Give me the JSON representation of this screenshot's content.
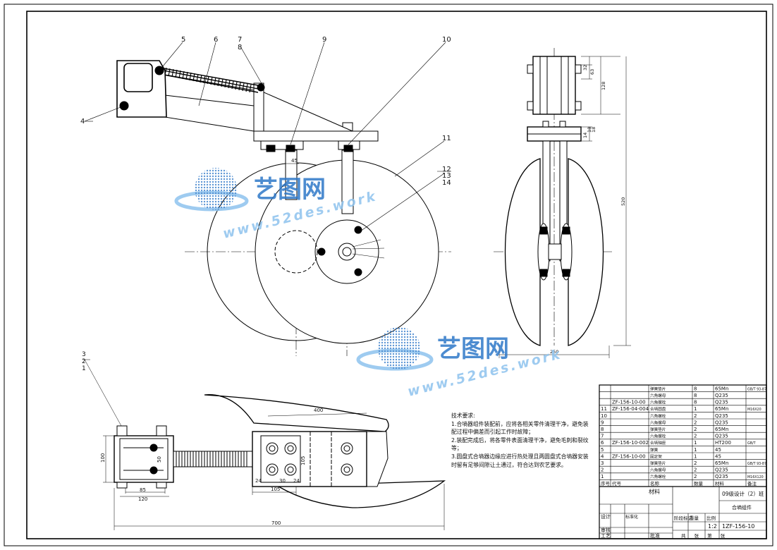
{
  "watermark": {
    "text_cn": "艺图网",
    "text_en": "www.52des.work",
    "color_blue": "#2f78c8",
    "color_light": "#8ec3ee"
  },
  "front_view": {
    "part_labels": [
      "1",
      "2",
      "3",
      "4",
      "5",
      "6",
      "7",
      "8",
      "9",
      "10",
      "11",
      "12",
      "13",
      "14"
    ],
    "dim_45": "45"
  },
  "side_view": {
    "dimensions": [
      "32",
      "63",
      "128",
      "14",
      "18",
      "18",
      "520",
      "250"
    ]
  },
  "bottom_view": {
    "dimensions": [
      "400",
      "100",
      "50",
      "85",
      "120",
      "105",
      "24",
      "24",
      "30",
      "105",
      "700"
    ]
  },
  "tech_requirements": {
    "title": "技术要求:",
    "items": [
      "1.合墒器组件装配前，应将各相关零件清理干净，避免装配过程中偏差而引起工作时故障；",
      "2.装配完成后，将各零件表面清理干净，避免毛刺和裂纹等；",
      "3.圆盘式合墒器边缘应进行热处理且两圆盘式合墒器安装时留有足够间隙让土通过，符合达到农艺要求。"
    ]
  },
  "bom": {
    "rows": [
      {
        "no": "",
        "code": "",
        "name": "弹簧垫片",
        "qty": "8",
        "material": "65Mn",
        "note": "GB/T 93-87"
      },
      {
        "no": "",
        "code": "",
        "name": "六角螺母",
        "qty": "8",
        "material": "Q235",
        "note": ""
      },
      {
        "no": "",
        "code": "ZF-156-10-00",
        "name": "六角螺栓",
        "qty": "8",
        "material": "Q235",
        "note": ""
      },
      {
        "no": "11",
        "code": "ZF-156-04-004",
        "name": "合墒圆盘",
        "qty": "1",
        "material": "65Mn",
        "note": "M16X20"
      },
      {
        "no": "10",
        "code": "",
        "name": "六角螺栓",
        "qty": "2",
        "material": "Q235",
        "note": ""
      },
      {
        "no": "9",
        "code": "",
        "name": "六角螺母",
        "qty": "2",
        "material": "Q235",
        "note": ""
      },
      {
        "no": "8",
        "code": "",
        "name": "弹簧垫片",
        "qty": "2",
        "material": "65Mn",
        "note": ""
      },
      {
        "no": "7",
        "code": "",
        "name": "六角螺栓",
        "qty": "2",
        "material": "Q235",
        "note": ""
      },
      {
        "no": "6",
        "code": "ZF-156-10-002",
        "name": "合墒轴座",
        "qty": "1",
        "material": "HT200",
        "note": "GB/T"
      },
      {
        "no": "5",
        "code": "",
        "name": "弹簧",
        "qty": "1",
        "material": "45",
        "note": ""
      },
      {
        "no": "4",
        "code": "ZF-156-10-00",
        "name": "固定架",
        "qty": "1",
        "material": "45",
        "note": ""
      },
      {
        "no": "3",
        "code": "",
        "name": "弹簧垫片",
        "qty": "2",
        "material": "65Mn",
        "note": "GB/T 93-87"
      },
      {
        "no": "2",
        "code": "",
        "name": "六角螺母",
        "qty": "2",
        "material": "Q235",
        "note": ""
      },
      {
        "no": "1",
        "code": "",
        "name": "六角螺栓",
        "qty": "2",
        "material": "Q235",
        "note": "M16X120"
      }
    ],
    "header": {
      "no": "序号",
      "code": "代号",
      "name": "名称",
      "qty": "数量",
      "material": "材料",
      "note": "备注"
    }
  },
  "title_block": {
    "school": "09级设计（2）班",
    "drawing_name": "合墒组件",
    "scale_label": "比例",
    "scale": "1:2",
    "drawing_no": "1ZF-156-10",
    "designer_label": "设计",
    "designer": "标准化",
    "check_label": "审核",
    "process_label": "工艺",
    "approve_label": "批准",
    "stage_label": "阶段标记",
    "weight_label": "重量",
    "sheet_text": "共 张 第 张",
    "material_mark": "材料"
  }
}
